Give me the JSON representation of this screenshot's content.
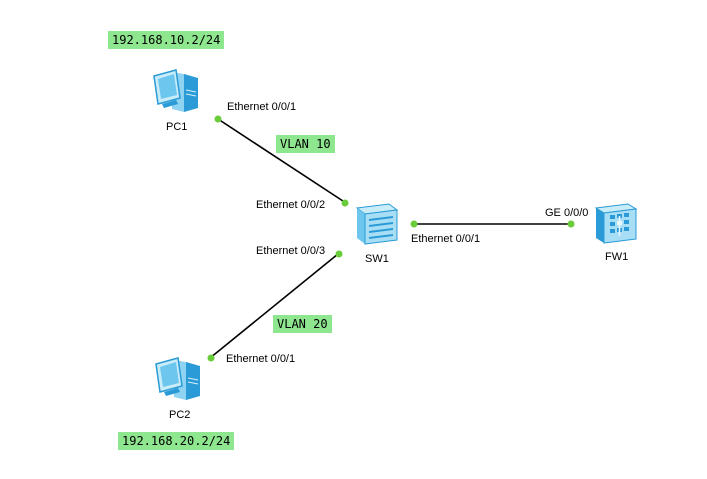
{
  "devices": {
    "pc1": {
      "name": "PC1",
      "icon": "pc-icon"
    },
    "pc2": {
      "name": "PC2",
      "icon": "pc-icon"
    },
    "sw1": {
      "name": "SW1",
      "icon": "switch-icon"
    },
    "fw1": {
      "name": "FW1",
      "icon": "firewall-icon"
    }
  },
  "ports": {
    "pc1_eth": "Ethernet 0/0/1",
    "sw1_eth2": "Ethernet 0/0/2",
    "sw1_eth3": "Ethernet 0/0/3",
    "sw1_eth1": "Ethernet 0/0/1",
    "pc2_eth": "Ethernet 0/0/1",
    "fw1_ge": "GE 0/0/0"
  },
  "tags": {
    "pc1_ip": "192.168.10.2/24",
    "vlan10": "VLAN 10",
    "vlan20": "VLAN 20",
    "pc2_ip": "192.168.20.2/24"
  },
  "links": [
    {
      "from": "PC1",
      "to": "SW1"
    },
    {
      "from": "PC2",
      "to": "SW1"
    },
    {
      "from": "SW1",
      "to": "FW1"
    }
  ],
  "colors": {
    "tag_background": "#8ee68e",
    "port_dot": "#6acb3b",
    "link": "#000000",
    "device_light": "#c8ecf8",
    "device_mid": "#6cc6ee",
    "device_dark": "#2a9bd6"
  }
}
